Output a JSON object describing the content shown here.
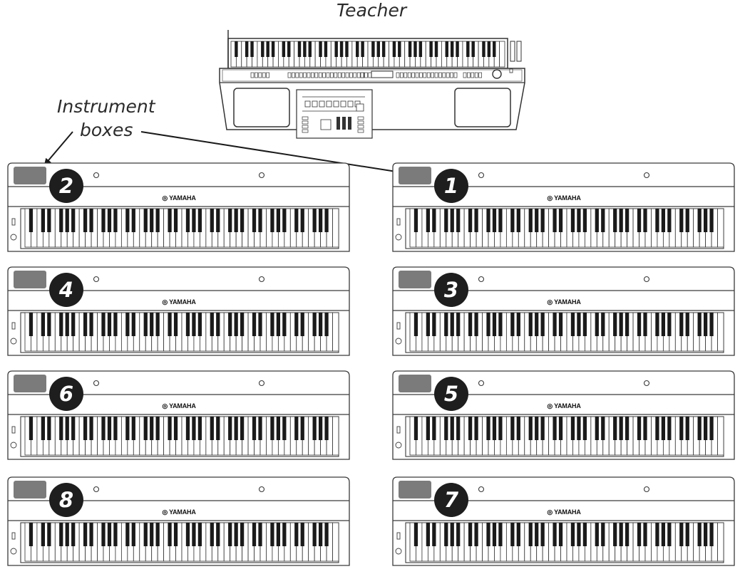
{
  "labels": {
    "teacher": "Teacher",
    "instrument_boxes_line1": "Instrument",
    "instrument_boxes_line2": "boxes"
  },
  "brand": "YAMAHA",
  "student_keyboards": [
    {
      "number": "1"
    },
    {
      "number": "2"
    },
    {
      "number": "3"
    },
    {
      "number": "4"
    },
    {
      "number": "5"
    },
    {
      "number": "6"
    },
    {
      "number": "7"
    },
    {
      "number": "8"
    }
  ],
  "colors": {
    "outline": "#3a3a3a",
    "instrument_box": "#7b7b7b",
    "number_badge": "#1e1e1e"
  }
}
